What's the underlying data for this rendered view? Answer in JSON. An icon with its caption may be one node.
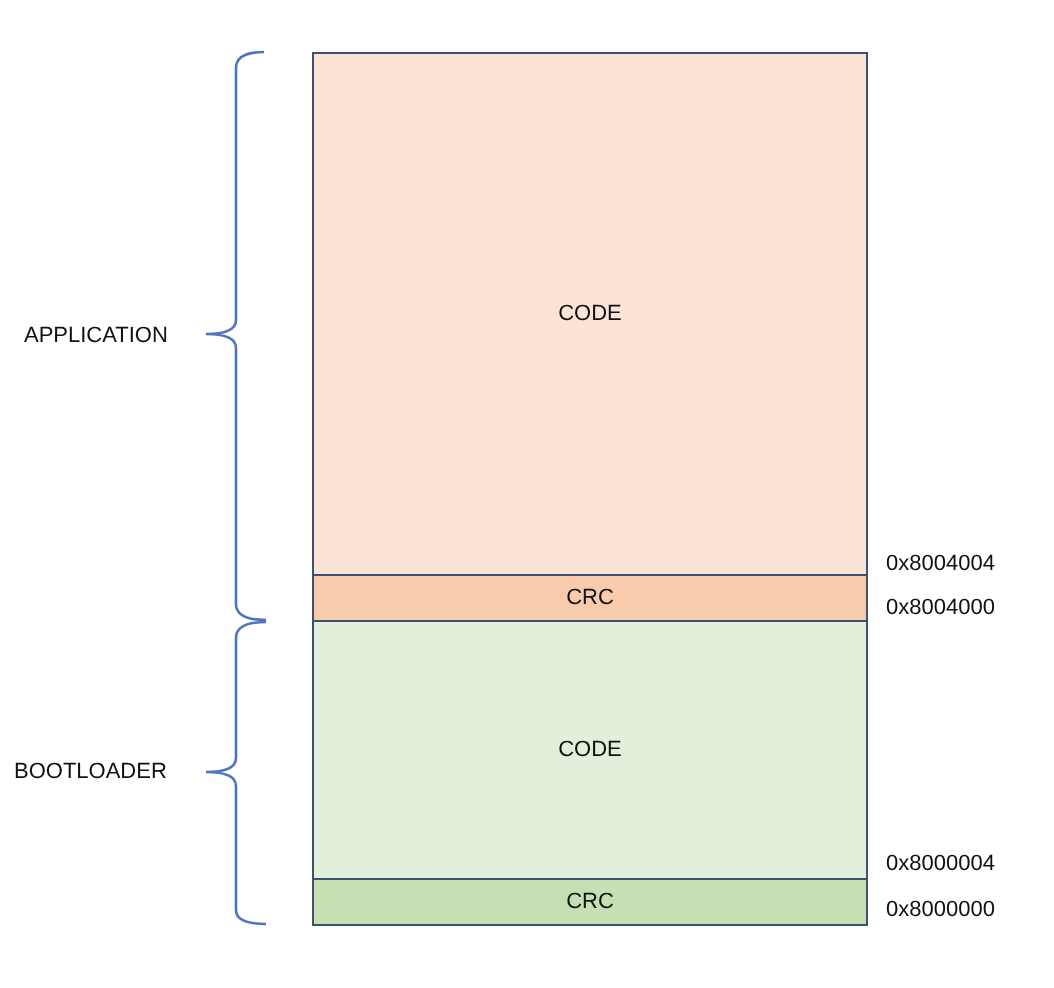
{
  "diagram": {
    "nodes": [
      {
        "text": [
          "CODE"
        ]
      },
      {
        "text": [
          "CRC"
        ]
      },
      {
        "text": [
          "CODE"
        ]
      },
      {
        "text": [
          "CRC"
        ]
      }
    ],
    "labels": [
      "APPLICATION",
      "0x8004004",
      "0x8004000",
      "BOOTLOADER",
      "0x8000004",
      "0x8000000"
    ]
  }
}
